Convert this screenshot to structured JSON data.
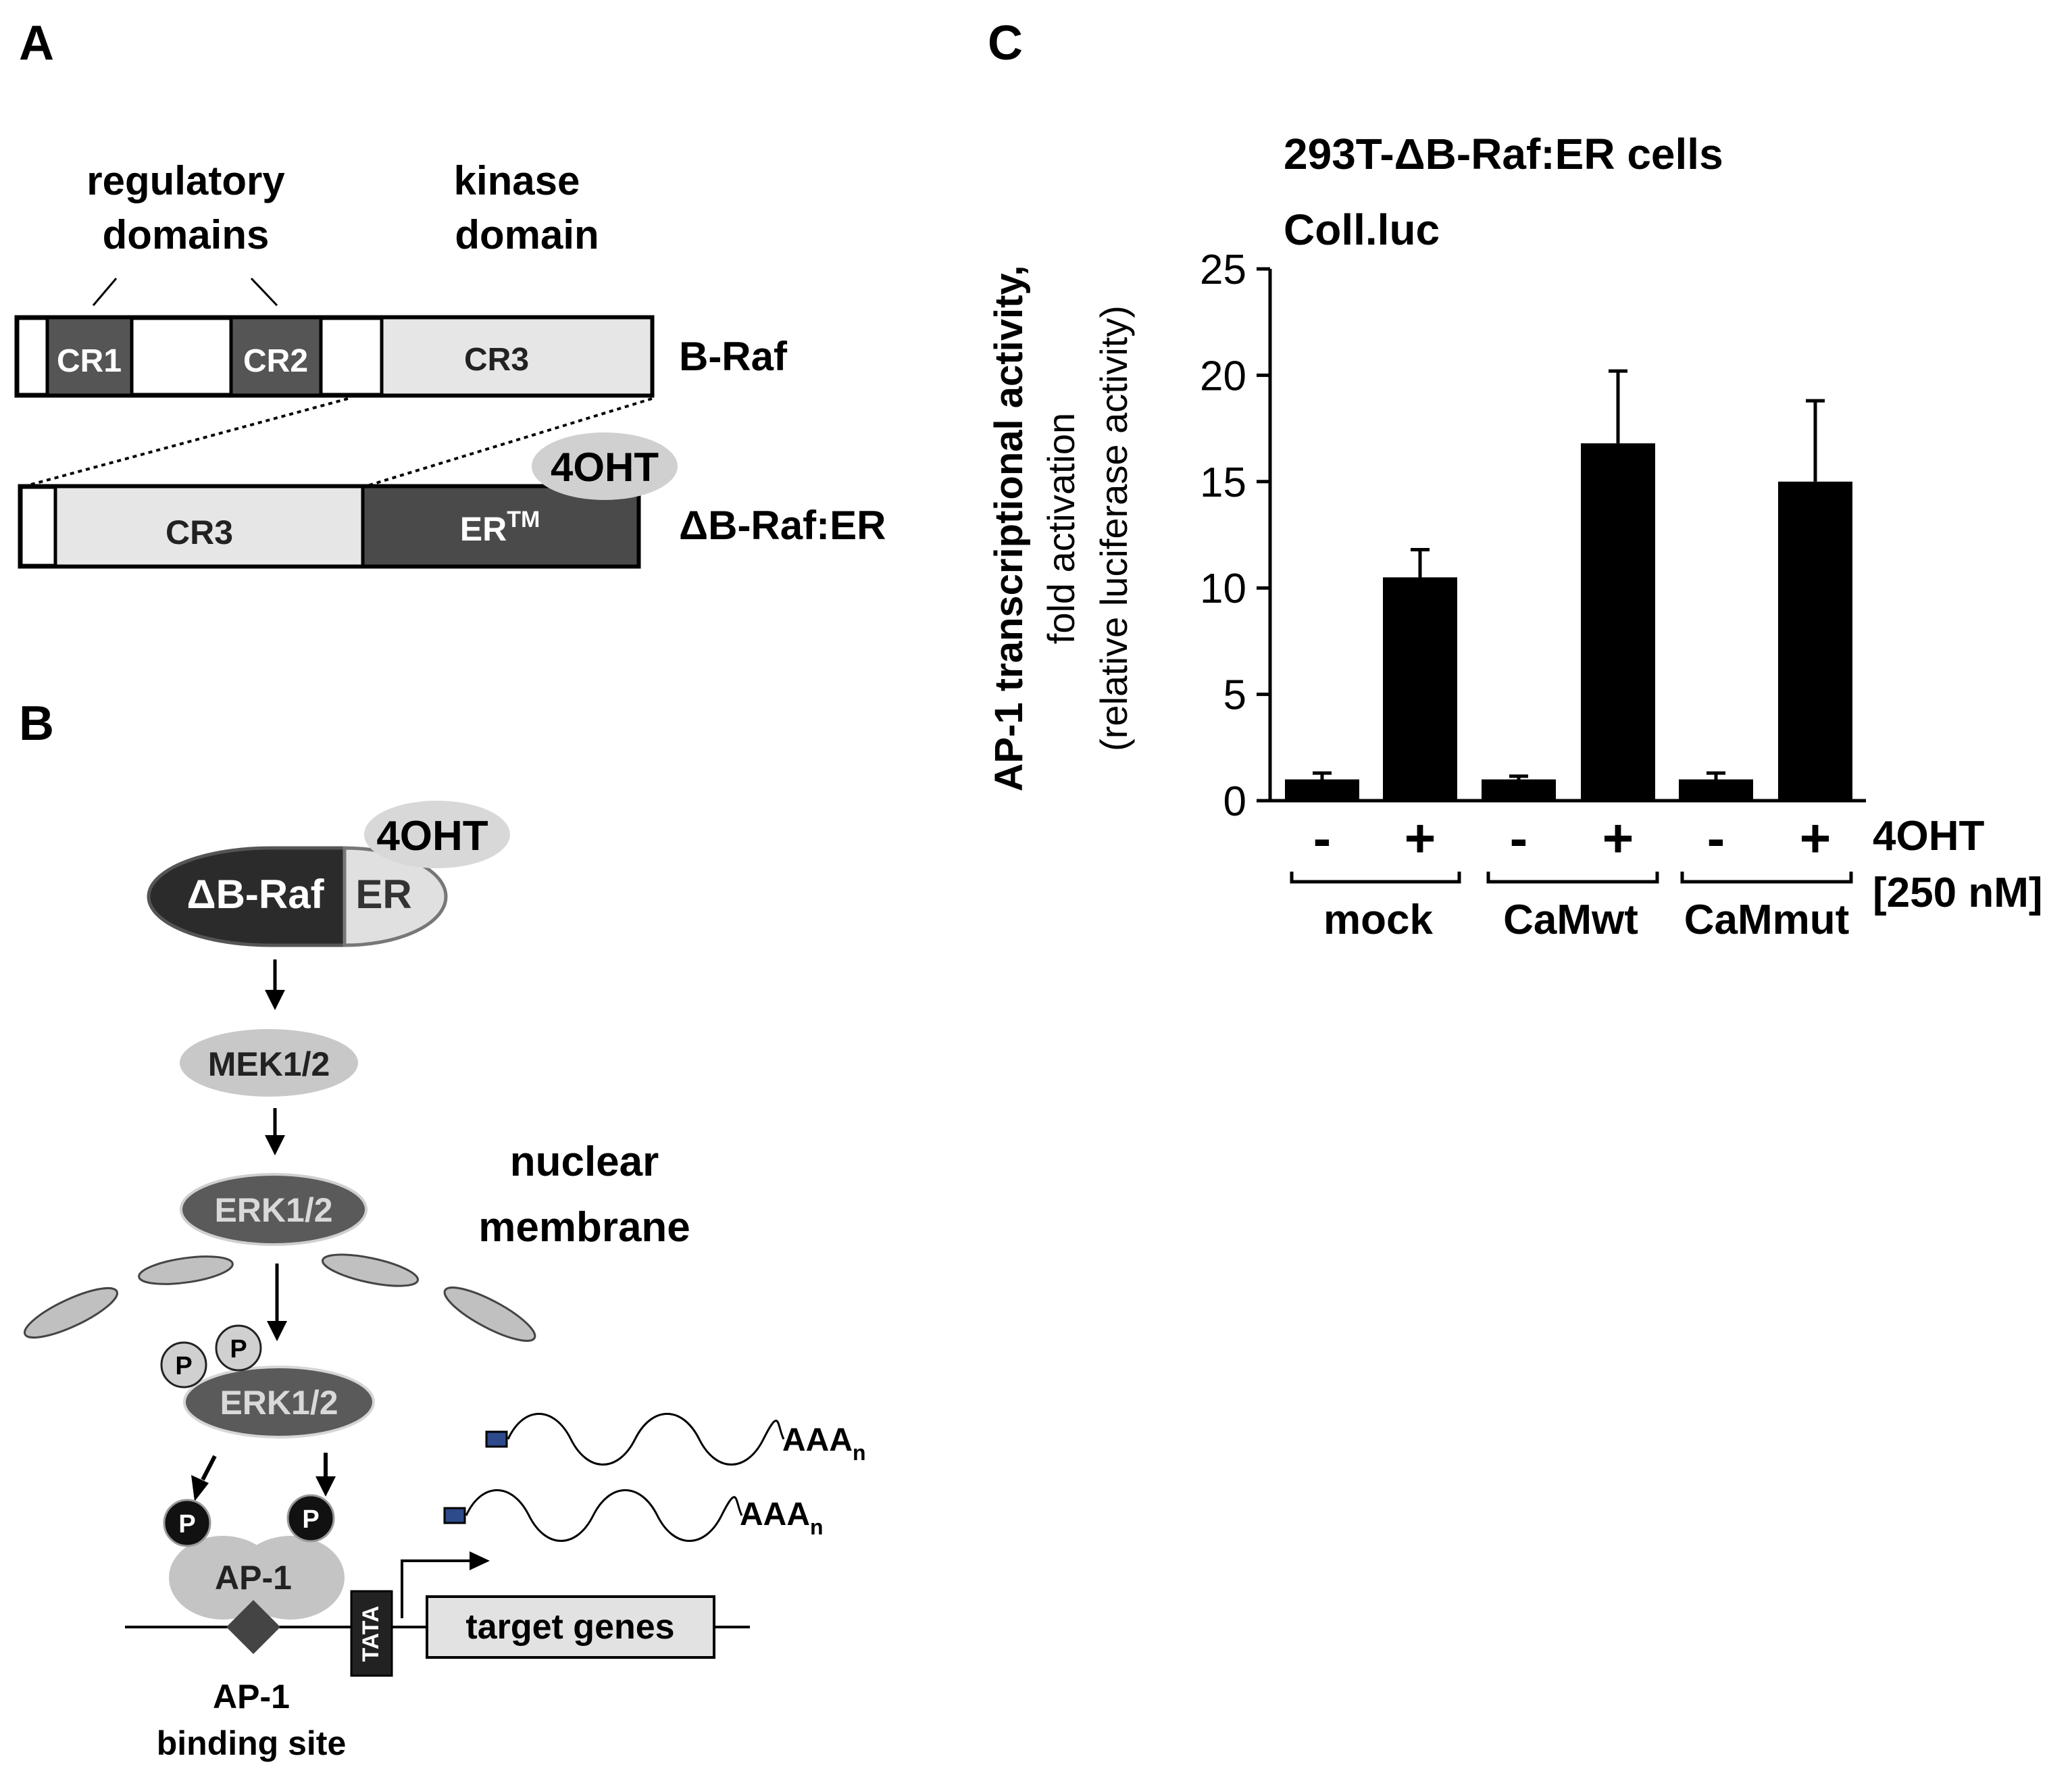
{
  "panel_labels": {
    "a": "A",
    "b": "B",
    "c": "C"
  },
  "panel_a": {
    "regulatory_line1": "regulatory",
    "regulatory_line2": "domains",
    "kinase_line1": "kinase",
    "kinase_line2": "domain",
    "braf": {
      "name": "B-Raf",
      "cr1": "CR1",
      "cr2": "CR2",
      "cr3": "CR3"
    },
    "delta_braf": {
      "name": "ΔB-Raf:ER",
      "cr3": "CR3",
      "er": "ER",
      "er_sup": "TM",
      "ligand": "4OHT"
    },
    "colors": {
      "dark": "#555555",
      "light": "#e6e6e6",
      "er": "#4a4a4a",
      "ligand": "#d0d0d0"
    }
  },
  "panel_b": {
    "delta_braf_dark": "ΔB-Raf",
    "delta_braf_er": "ER",
    "ligand": "4OHT",
    "mek": "MEK1/2",
    "erk": "ERK1/2",
    "erk_p": "ERK1/2",
    "phospho": "P",
    "nuclear_line1": "nuclear",
    "nuclear_line2": "membrane",
    "ap1": "AP-1",
    "tata": "TATA",
    "target_genes": "target genes",
    "mrna_tail": "AAA",
    "mrna_sub": "n",
    "site_line1": "AP-1",
    "site_line2": "binding site",
    "colors": {
      "dark_oval": "#2b2b2b",
      "mek": "#c8c8c8",
      "erk": "#5a5a5a",
      "membrane": "#c0c0c0",
      "ap1": "#c4c4c4",
      "cap": "#2d4a8a"
    }
  },
  "panel_c": {
    "title_line1": "293T-ΔB-Raf:ER cells",
    "title_line2": "Coll.luc",
    "ylabel_bold": "AP-1 transcriptional activity,",
    "ylabel_line2": "fold activation",
    "ylabel_line3": "(relative luciferase activity)",
    "treatment_label": "4OHT",
    "treatment_conc": "[250 nM]",
    "groups": [
      "mock",
      "CaMwt",
      "CaMmut"
    ],
    "signs": [
      "-",
      "+",
      "-",
      "+",
      "-",
      "+"
    ]
  },
  "chart_data": {
    "type": "bar",
    "title": "293T-ΔB-Raf:ER cells",
    "subtitle": "Coll.luc",
    "ylabel": "AP-1 transcriptional activity, fold activation (relative luciferase activity)",
    "ylim": [
      0,
      25
    ],
    "yticks": [
      0,
      5,
      10,
      15,
      20,
      25
    ],
    "grid": false,
    "bar_color": "#000000",
    "categories": [
      "mock -",
      "mock +",
      "CaMwt -",
      "CaMwt +",
      "CaMmut -",
      "CaMmut +"
    ],
    "values": [
      1.0,
      10.5,
      1.0,
      16.8,
      1.0,
      15.0
    ],
    "errors": [
      0.3,
      1.3,
      0.15,
      3.4,
      0.3,
      3.8
    ]
  }
}
